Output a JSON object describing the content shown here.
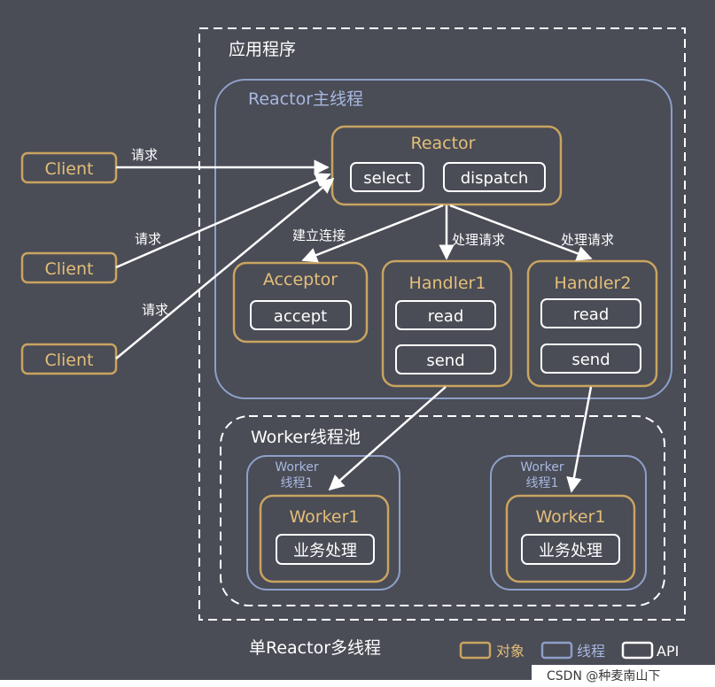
{
  "colors": {
    "background": "#4a4c56",
    "object_border": "#c9a460",
    "object_text": "#e4bf78",
    "thread_border": "#8d9fc8",
    "thread_text": "#a8b8e0",
    "api_border": "#ffffff",
    "text": "#ffffff",
    "arrow": "#ffffff",
    "watermark": "#3a3a3a"
  },
  "application": {
    "label": "应用程序"
  },
  "reactor_thread": {
    "label": "Reactor主线程"
  },
  "reactor": {
    "label": "Reactor",
    "apis": {
      "select": "select",
      "dispatch": "dispatch"
    }
  },
  "acceptor": {
    "label": "Acceptor",
    "api": "accept"
  },
  "handler1": {
    "label": "Handler1",
    "read": "read",
    "send": "send"
  },
  "handler2": {
    "label": "Handler2",
    "read": "read",
    "send": "send"
  },
  "clients": [
    {
      "label": "Client"
    },
    {
      "label": "Client"
    },
    {
      "label": "Client"
    }
  ],
  "arrows": {
    "request": "请求",
    "establish_connection": "建立连接",
    "process_request": "处理请求"
  },
  "worker_pool": {
    "label": "Worker线程池",
    "threads": [
      {
        "label_line1": "Worker",
        "label_line2": "线程1",
        "worker": "Worker1",
        "task": "业务处理"
      },
      {
        "label_line1": "Worker",
        "label_line2": "线程1",
        "worker": "Worker1",
        "task": "业务处理"
      }
    ]
  },
  "footer": {
    "caption": "单Reactor多线程"
  },
  "legend": {
    "object": "对象",
    "thread": "线程",
    "api": "API"
  },
  "watermark": "CSDN @种麦南山下"
}
